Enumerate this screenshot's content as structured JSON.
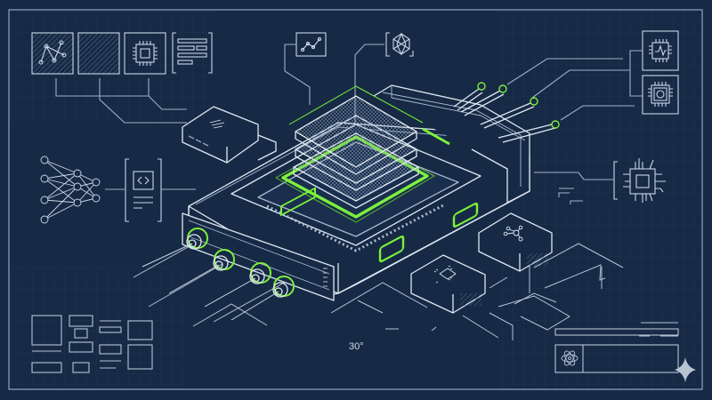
{
  "diagram": {
    "style": "isometric technical blueprint",
    "colors": {
      "background": "#172a45",
      "grid": "#22395a",
      "line": "#c9d6e6",
      "accent": "#7cf03c",
      "watermark": "#b8c4d2"
    },
    "angle_label": "30°",
    "top_left_icons": [
      "graph-network-icon",
      "hatched-panel-icon",
      "cpu-chip-icon",
      "text-lines-icon"
    ],
    "top_center_icons": [
      "line-chart-icon",
      "neural-sphere-icon"
    ],
    "top_right_icons": [
      "chip-waveform-icon",
      "chip-circle-icon"
    ],
    "left_icons": [
      "neural-network-icon",
      "code-document-icon"
    ],
    "right_icons": [
      "cpu-circuit-icon"
    ],
    "central_device": {
      "layers": 3,
      "front_ports": 4,
      "rear_pins": 4,
      "green_indicators": 5
    },
    "side_modules": [
      "heatsink-module",
      "chip-module",
      "node-graph-module"
    ],
    "bottom_right_panel_icon": "atom-icon",
    "corner_mark": "sparkle-icon"
  }
}
